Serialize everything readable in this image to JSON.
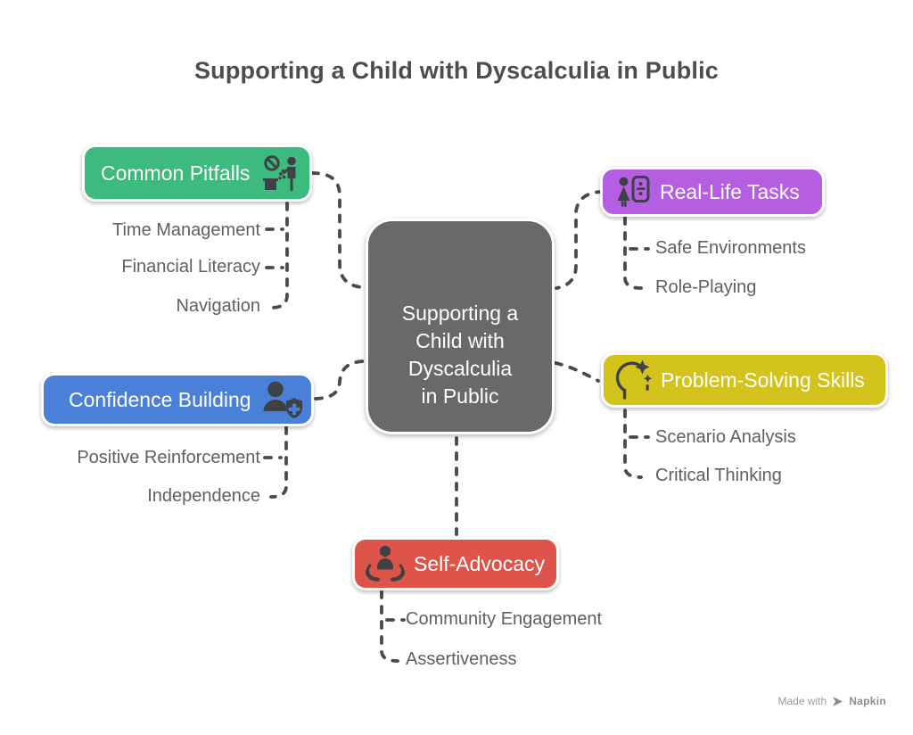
{
  "title": "Supporting a Child with Dyscalculia in Public",
  "center": {
    "lines": [
      "Supporting a",
      "Child with",
      "Dyscalculia",
      "in Public"
    ],
    "color": "#696969"
  },
  "branches": [
    {
      "label": "Common Pitfalls",
      "color": "#3dba7d",
      "icon": "slip-hazard-person-icon",
      "items": [
        "Time Management",
        "Financial Literacy",
        "Navigation"
      ]
    },
    {
      "label": "Real-Life Tasks",
      "color": "#b55ee2",
      "icon": "person-division-card-icon",
      "items": [
        "Safe Environments",
        "Role-Playing"
      ]
    },
    {
      "label": "Confidence Building",
      "color": "#4b80d8",
      "icon": "person-shield-plus-icon",
      "items": [
        "Positive Reinforcement",
        "Independence"
      ]
    },
    {
      "label": "Problem-Solving Skills",
      "color": "#d3c31c",
      "icon": "head-sparkles-icon",
      "items": [
        "Scenario Analysis",
        "Critical Thinking"
      ]
    },
    {
      "label": "Self-Advocacy",
      "color": "#df544a",
      "icon": "hands-holding-person-icon",
      "items": [
        "Community Engagement",
        "Assertiveness"
      ]
    }
  ],
  "connector_color": "#4a4a4a",
  "watermark": {
    "prefix": "Made with",
    "brand": "Napkin"
  }
}
